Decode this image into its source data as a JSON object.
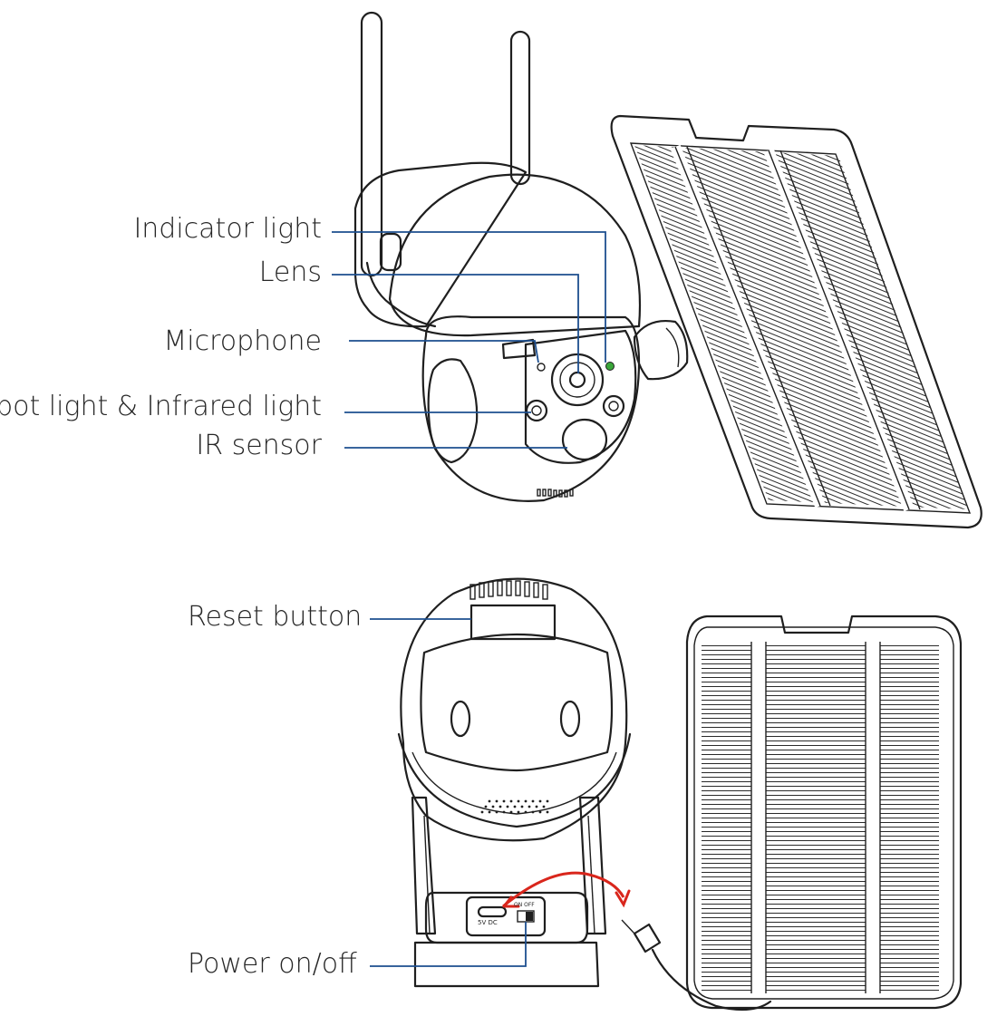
{
  "labels": {
    "indicator_light": "Indicator light",
    "lens": "Lens",
    "microphone": "Microphone",
    "spot_light": "Spot light & Infrared light",
    "ir_sensor": "IR sensor",
    "reset_button": "Reset button",
    "power": "Power on/off"
  },
  "port_text": {
    "usb": "5V DC",
    "switch": "ON OFF"
  },
  "colors": {
    "leader_line": "#1d4f8f",
    "indicator_led": "#3aa63a",
    "arrow": "#d9261c",
    "ink": "#1f1f1f"
  }
}
